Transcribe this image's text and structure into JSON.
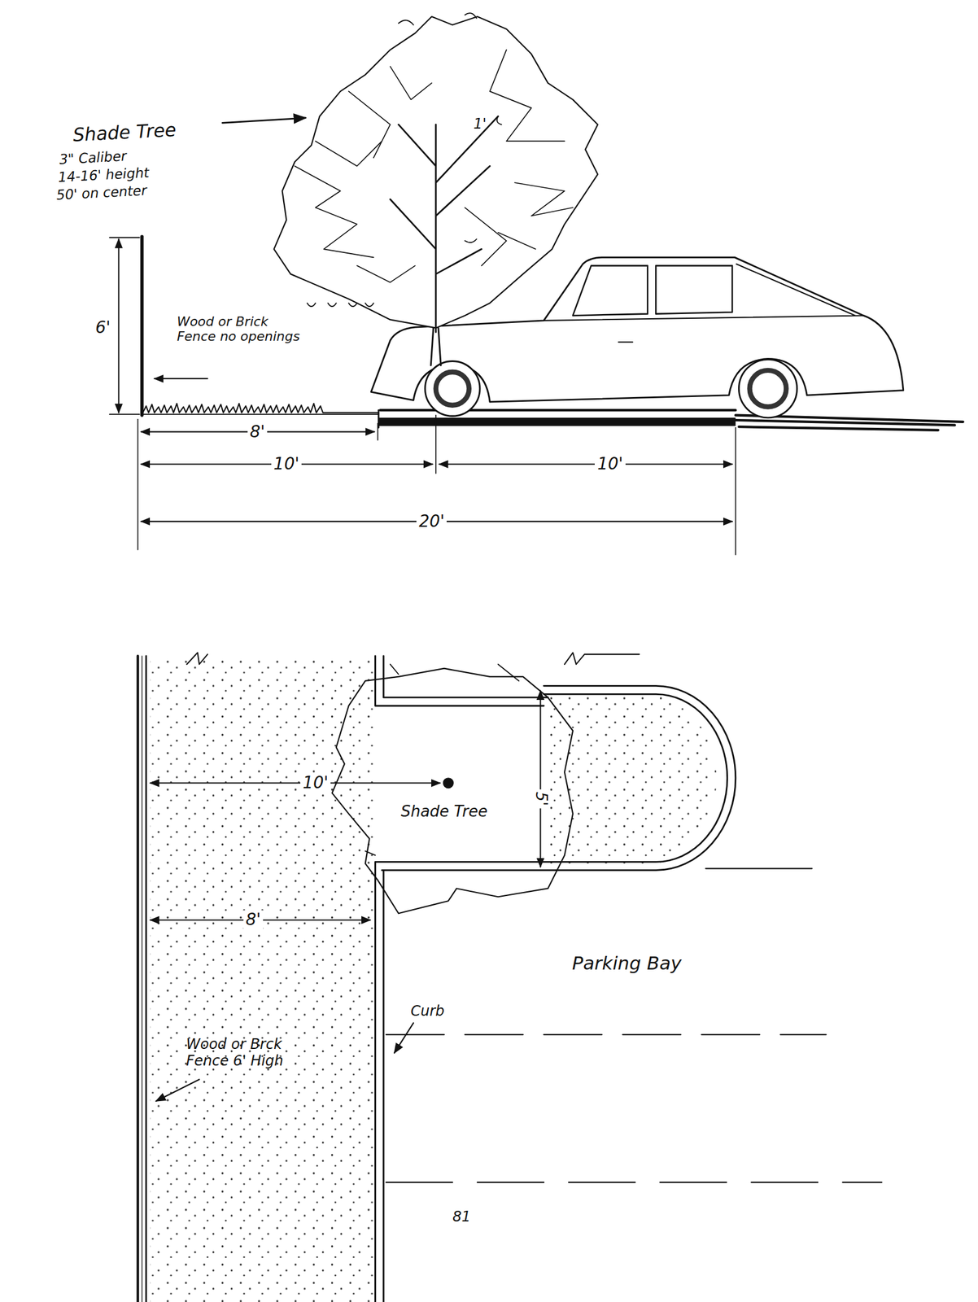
{
  "diagram": {
    "labels": [
      "Shade Tree",
      "3\" Caliber",
      "14-16' height",
      "50' on center",
      "1'",
      "6'",
      "Wood or Brick Fence no openings",
      "8'",
      "10'",
      "10'",
      "20'",
      "10'",
      "Shade Tree",
      "5'",
      "8'",
      "Parking Bay",
      "Curb",
      "Wood or Brck Fence 6' High",
      "81"
    ]
  }
}
